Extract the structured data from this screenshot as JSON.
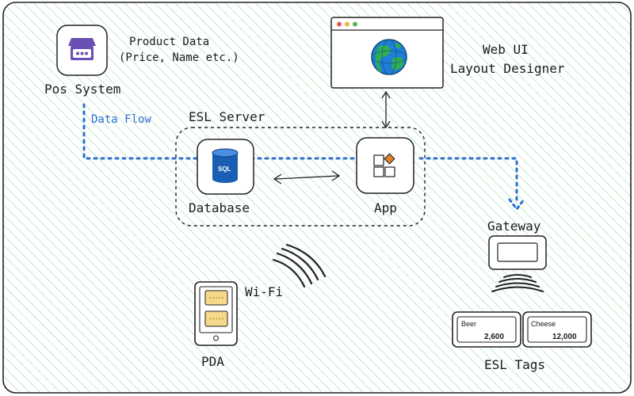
{
  "labels": {
    "pos_system": "Pos System",
    "product_data_line1": "Product Data",
    "product_data_line2": "(Price, Name etc.)",
    "web_ui_line1": "Web UI",
    "web_ui_line2": "Layout Designer",
    "data_flow": "Data Flow",
    "esl_server": "ESL Server",
    "database": "Database",
    "app": "App",
    "gateway": "Gateway",
    "wifi": "Wi-Fi",
    "pda": "PDA",
    "esl_tags": "ESL Tags",
    "sql": "SQL"
  },
  "tags": [
    {
      "name": "Beer",
      "price": "2,600"
    },
    {
      "name": "Cheese",
      "price": "12,000"
    }
  ],
  "colors": {
    "hatch": "#9fe0b0",
    "flow": "#2e6fd0",
    "pos_icon": "#6a4fb4",
    "globe": "#1f7fd6",
    "globe_land": "#2fae55",
    "app_accent": "#e2822a",
    "pda_card": "#f6d98c",
    "sql_db": "#1a5fb4"
  },
  "icons": {
    "pos": "store-icon",
    "web": "globe-icon",
    "database": "sql-database-icon",
    "app": "app-blocks-icon",
    "gateway": "monitor-icon",
    "pda": "mobile-device-icon"
  }
}
